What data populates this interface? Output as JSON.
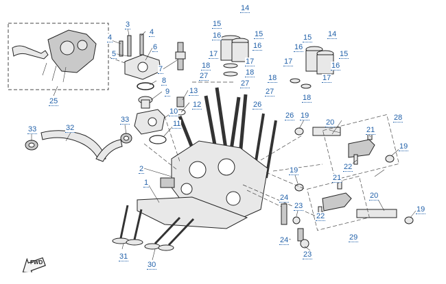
{
  "callouts": [
    {
      "label": "1"
    },
    {
      "label": "2"
    },
    {
      "label": "3"
    },
    {
      "label": "4"
    },
    {
      "label": "4"
    },
    {
      "label": "5"
    },
    {
      "label": "6"
    },
    {
      "label": "7"
    },
    {
      "label": "8"
    },
    {
      "label": "9"
    },
    {
      "label": "10"
    },
    {
      "label": "11"
    },
    {
      "label": "12"
    },
    {
      "label": "13"
    },
    {
      "label": "14"
    },
    {
      "label": "14"
    },
    {
      "label": "15"
    },
    {
      "label": "15"
    },
    {
      "label": "15"
    },
    {
      "label": "15"
    },
    {
      "label": "16"
    },
    {
      "label": "16"
    },
    {
      "label": "16"
    },
    {
      "label": "16"
    },
    {
      "label": "17"
    },
    {
      "label": "17"
    },
    {
      "label": "17"
    },
    {
      "label": "17"
    },
    {
      "label": "18"
    },
    {
      "label": "18"
    },
    {
      "label": "18"
    },
    {
      "label": "18"
    },
    {
      "label": "19"
    },
    {
      "label": "19"
    },
    {
      "label": "19"
    },
    {
      "label": "19"
    },
    {
      "label": "20"
    },
    {
      "label": "20"
    },
    {
      "label": "21"
    },
    {
      "label": "21"
    },
    {
      "label": "22"
    },
    {
      "label": "22"
    },
    {
      "label": "23"
    },
    {
      "label": "23"
    },
    {
      "label": "24"
    },
    {
      "label": "24"
    },
    {
      "label": "25"
    },
    {
      "label": "26"
    },
    {
      "label": "26"
    },
    {
      "label": "27"
    },
    {
      "label": "27"
    },
    {
      "label": "27"
    },
    {
      "label": "28"
    },
    {
      "label": "29"
    },
    {
      "label": "30"
    },
    {
      "label": "31"
    },
    {
      "label": "32"
    },
    {
      "label": "33"
    },
    {
      "label": "33"
    }
  ],
  "fwd_label": "FWD"
}
